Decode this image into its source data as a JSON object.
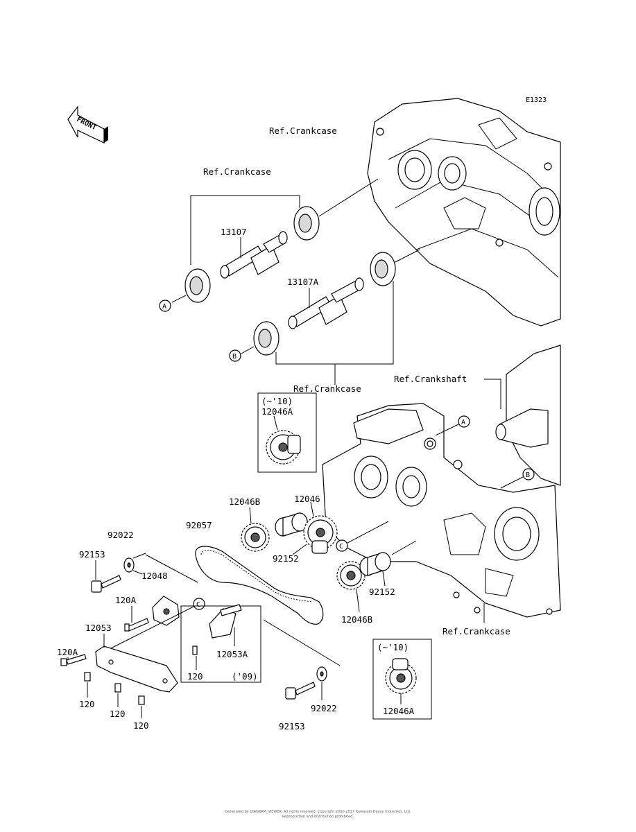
{
  "diagram_code": "E1323",
  "front_label": "FRONT",
  "refs": {
    "crankcase_top": "Ref.Crankcase",
    "crankcase_bracket_top": "Ref.Crankcase",
    "crankcase_bracket_bottom": "Ref.Crankcase",
    "crankshaft": "Ref.Crankshaft",
    "crankcase_lower": "Ref.Crankcase"
  },
  "markers": {
    "a": "A",
    "b": "B",
    "c": "C"
  },
  "callouts": {
    "shaft_upper": "13107",
    "shaft_lower": "13107A",
    "sprocket_a_box_top": "12046A",
    "sprocket_a_box_bottom": "12046A",
    "sprocket_b_upper": "12046B",
    "sprocket_main": "12046",
    "chain": "92057",
    "washer_upper": "92022",
    "bolt_upper": "92153",
    "spacer_upper": "12048",
    "collar_upper": "92152",
    "collar_lower": "92152",
    "sprocket_b_lower": "12046B",
    "bolt_tensioner": "120A",
    "guide": "12053",
    "guide_a": "12053A",
    "bolt_left": "120A",
    "bolt_a": "120",
    "bolt_b": "120",
    "bolt_c": "120",
    "bolt_box": "120",
    "washer_lower": "92022",
    "bolt_lower": "92153"
  },
  "notes": {
    "box_top": "(~'10)",
    "box_bottom": "(~'10)",
    "box_guide": "('09)"
  },
  "footer": {
    "line1": "Generated by DIAGRAM_VIEWER. All rights reserved. Copyright 2000-2017 Kawasaki Heavy Industries, Ltd.",
    "line2": "Reproduction and distribution prohibited."
  }
}
